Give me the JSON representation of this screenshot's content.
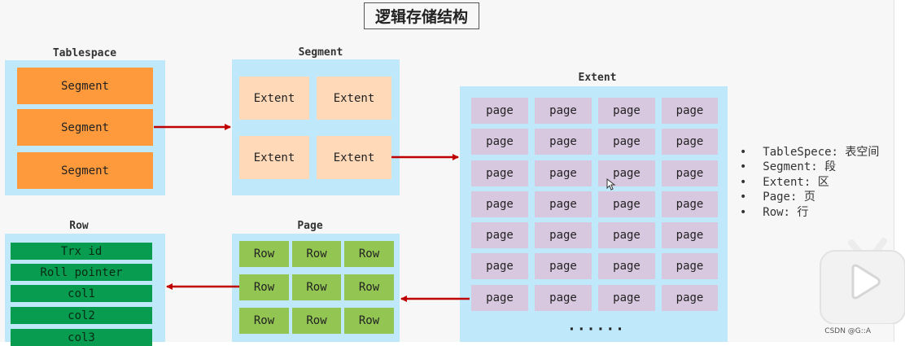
{
  "title": "逻辑存储结构",
  "tablespace": {
    "label": "Tablespace",
    "items": [
      "Segment",
      "Segment",
      "Segment"
    ]
  },
  "segment": {
    "label": "Segment",
    "items": [
      "Extent",
      "Extent",
      "Extent",
      "Extent"
    ]
  },
  "extent": {
    "label": "Extent",
    "items": [
      "page",
      "page",
      "page",
      "page",
      "page",
      "page",
      "page",
      "page",
      "page",
      "page",
      "page",
      "page",
      "page",
      "page",
      "page",
      "page",
      "page",
      "page",
      "page",
      "page",
      "page",
      "page",
      "page",
      "page",
      "page",
      "page",
      "page",
      "page"
    ],
    "ellipsis": "······"
  },
  "page": {
    "label": "Page",
    "items": [
      "Row",
      "Row",
      "Row",
      "Row",
      "Row",
      "Row",
      "Row",
      "Row",
      "Row"
    ]
  },
  "row": {
    "label": "Row",
    "items": [
      "Trx id",
      "Roll pointer",
      "col1",
      "col2",
      "col3"
    ]
  },
  "legend": [
    "TableSpece: 表空间",
    "Segment: 段",
    "Extent: 区",
    "Page: 页",
    "Row: 行"
  ],
  "watermark": "CSDN @G::A",
  "colors": {
    "panel": "#bfe9fb",
    "segment": "#ff9a3c",
    "extent": "#ffd9b8",
    "page": "#d8c8df",
    "row": "#92c552",
    "row_field": "#079c4f",
    "arrow": "#c00000"
  }
}
